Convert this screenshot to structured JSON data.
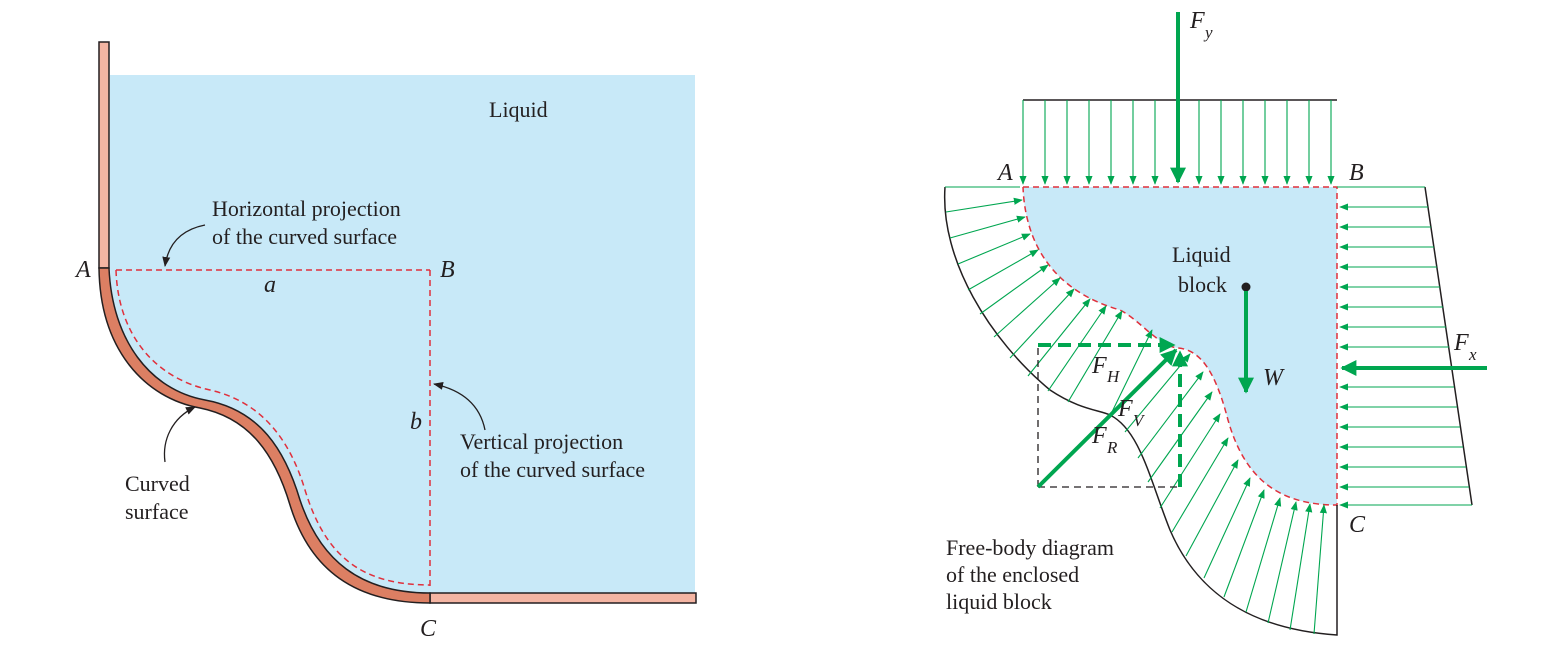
{
  "colors": {
    "liquid": "#c8e9f8",
    "wall": "#f4b5a3",
    "curved_wall": "#dc7f63",
    "projection": "#e0303c",
    "force": "#00a650",
    "outline": "#231f20"
  },
  "left_diagram": {
    "liquid_label": "Liquid",
    "point_a": "A",
    "point_b": "B",
    "point_c": "C",
    "dim_a": "a",
    "dim_b": "b",
    "horizontal_projection": [
      "Horizontal projection",
      "of the curved surface"
    ],
    "vertical_projection": [
      "Vertical projection",
      "of the curved surface"
    ],
    "curved_surface": [
      "Curved",
      "surface"
    ]
  },
  "right_diagram": {
    "point_a": "A",
    "point_b": "B",
    "point_c": "C",
    "block_label": [
      "Liquid",
      "block"
    ],
    "force_y": "F",
    "force_y_sub": "y",
    "force_x": "F",
    "force_x_sub": "x",
    "force_h": "F",
    "force_h_sub": "H",
    "force_v": "F",
    "force_v_sub": "V",
    "force_r": "F",
    "force_r_sub": "R",
    "weight": "W",
    "caption": [
      "Free-body diagram",
      "of the enclosed",
      "liquid block"
    ]
  }
}
